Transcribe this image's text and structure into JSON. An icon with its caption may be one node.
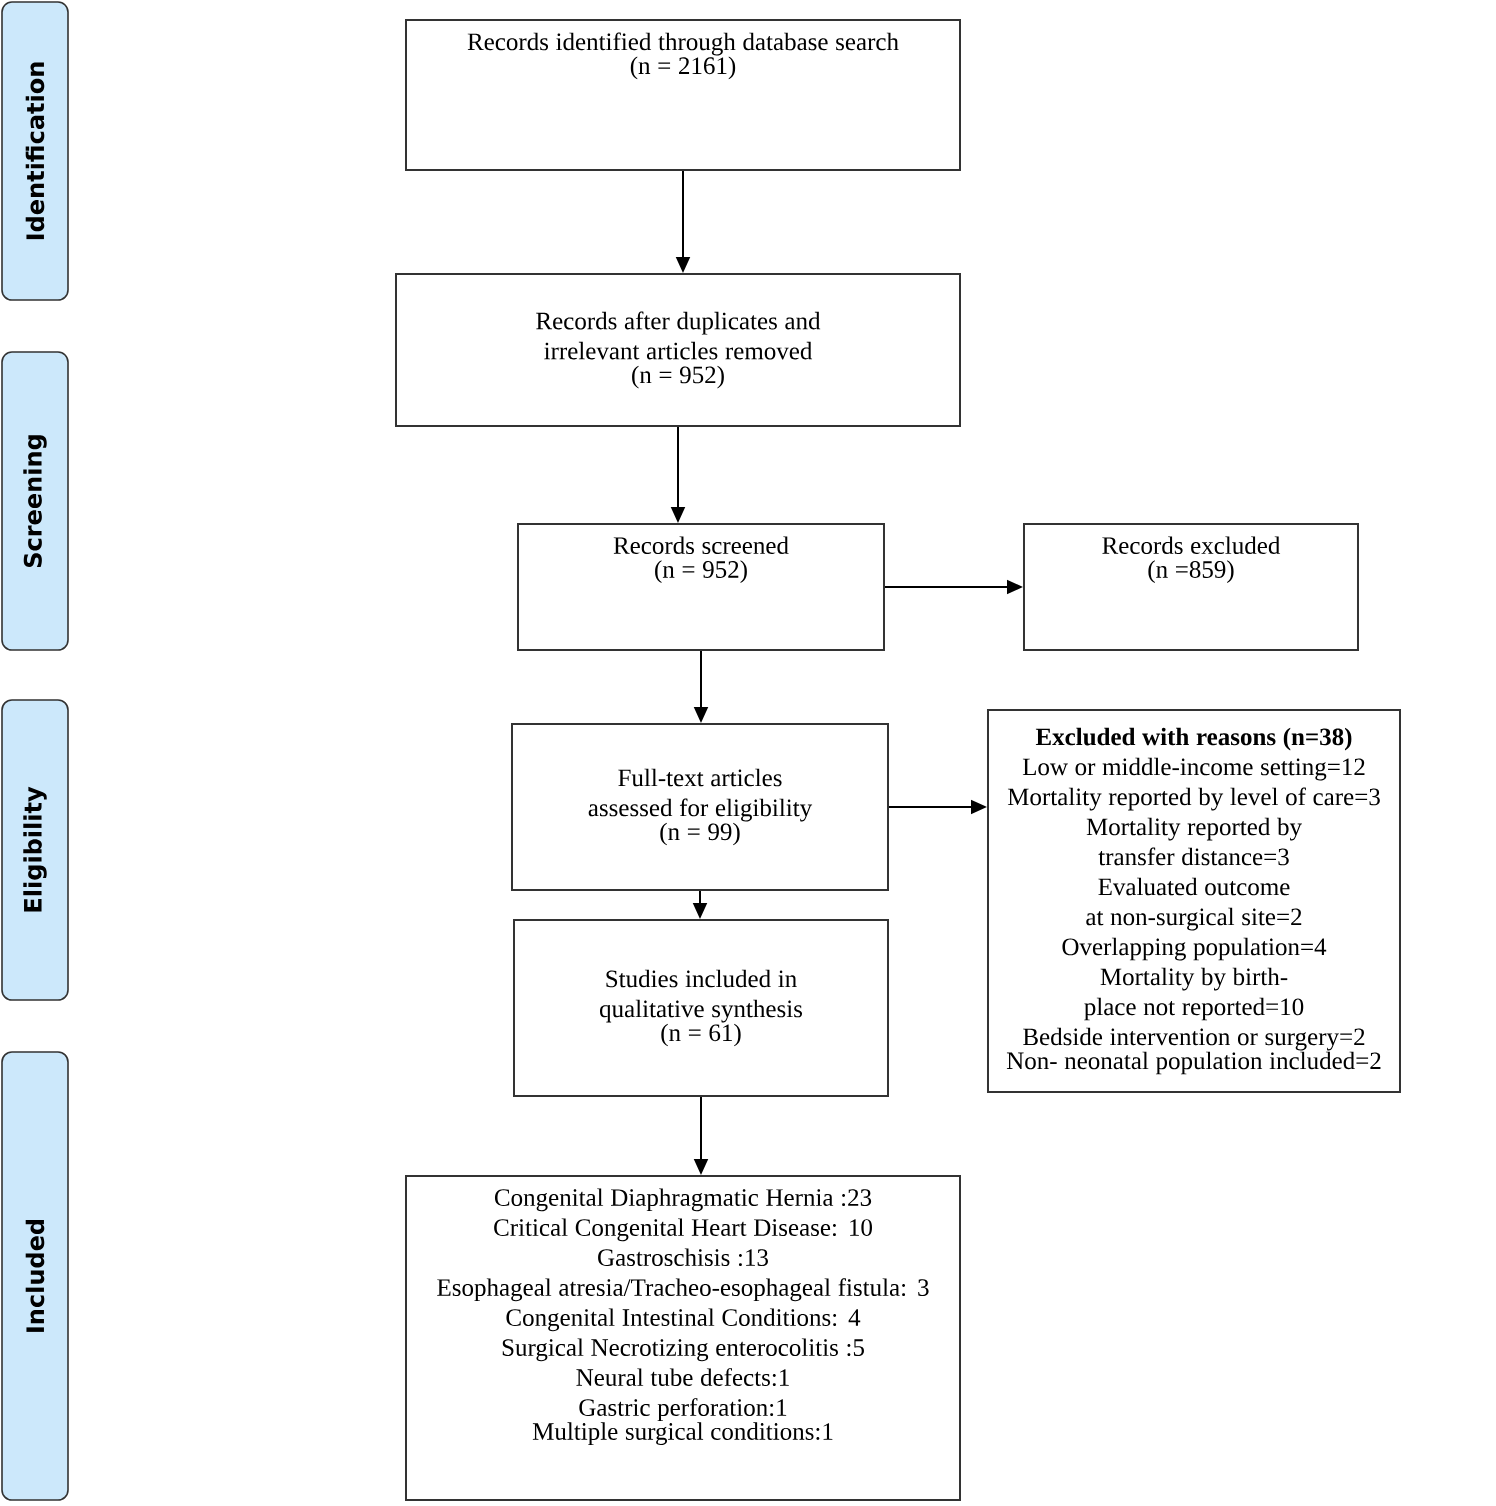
{
  "diagram": {
    "nodes": [
      {
        "text": [
          "Identification"
        ]
      },
      {
        "text": [
          "Screening"
        ]
      },
      {
        "text": [
          "Eligibility"
        ]
      },
      {
        "text": [
          "Included"
        ]
      },
      {
        "text": [
          "Records identified through database search",
          "(n = 2161)"
        ]
      },
      {
        "text": [
          "Records after duplicates and irrelevant articles removed",
          "(n = 952)"
        ]
      },
      {
        "text": [
          "Records screened",
          "(n = 952)"
        ]
      },
      {
        "text": [
          "Records excluded",
          "(n =859)"
        ]
      },
      {
        "text": [
          "Full-text articles assessed for eligibility",
          "(n = 99)"
        ]
      },
      {
        "text": [
          "Excluded with reasons (n=38)",
          "Low or middle-income setting=12",
          "Mortality reported by level of care=3",
          "Mortality reported by transfer distance=3",
          "Evaluated outcome at non-surgical site=2",
          "Overlapping population=4",
          "Mortality by birth-place not reported=10",
          "Bedside intervention or surgery=2",
          "Non- neonatal population included=2"
        ]
      },
      {
        "text": [
          "Studies included in qualitative synthesis",
          "(n = 61)"
        ]
      },
      {
        "text": [
          "Congenital Diaphragmatic Hernia :23",
          "Critical Congenital Heart Disease: 10",
          "Gastroschisis :13",
          "Esophageal atresia/Tracheo-esophageal fistula: 3",
          "Congenital Intestinal Conditions: 4",
          "Surgical Necrotizing enterocolitis :5",
          "Neural tube defects:1",
          "Gastric perforation:1",
          "Multiple surgical conditions:1"
        ]
      }
    ],
    "edges": [
      {
        "from": 4,
        "to": 5,
        "arrow": "to"
      },
      {
        "from": 5,
        "to": 6,
        "arrow": "to"
      },
      {
        "from": 6,
        "to": 7,
        "arrow": "to"
      },
      {
        "from": 6,
        "to": 8,
        "arrow": "to"
      },
      {
        "from": 8,
        "to": 9,
        "arrow": "to"
      },
      {
        "from": 8,
        "to": 10,
        "arrow": "to"
      },
      {
        "from": 10,
        "to": 11,
        "arrow": "to"
      }
    ]
  }
}
